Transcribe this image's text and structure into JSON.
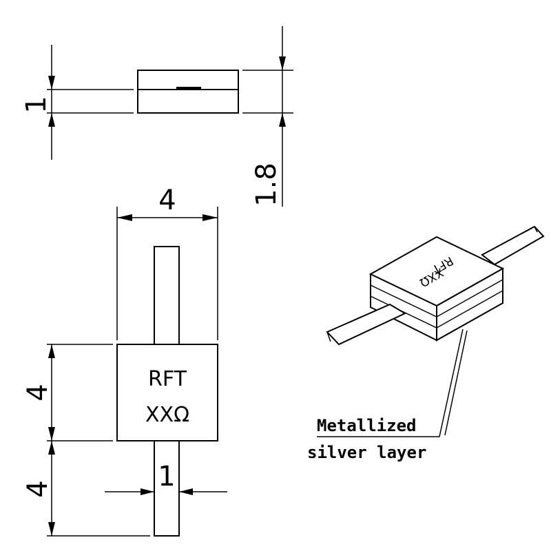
{
  "dimensions": {
    "side_thickness": "1",
    "side_height": "1.8",
    "top_width": "4",
    "body_length": "4",
    "lead_length": "4",
    "lead_width": "1"
  },
  "marking": {
    "line1": "RFT",
    "line2": "XXΩ"
  },
  "iso_marking": {
    "line1": "RFT",
    "line2": "XXΩ"
  },
  "callout": {
    "line1": "Metallized",
    "line2": "silver layer"
  }
}
